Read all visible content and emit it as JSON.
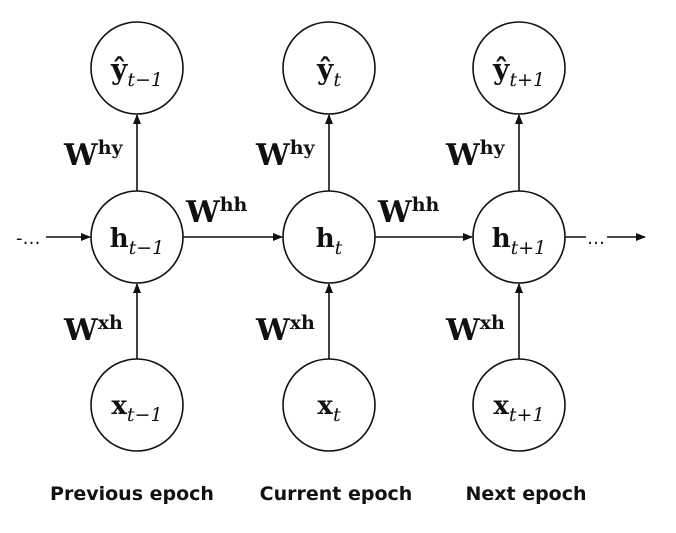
{
  "columns": [
    {
      "output": {
        "base": "ŷ",
        "sub": "t−1"
      },
      "hidden": {
        "base": "h",
        "sub": "t−1"
      },
      "input": {
        "base": "x",
        "sub": "t−1"
      },
      "w_hy": {
        "base": "W",
        "sup": "hy"
      },
      "w_xh": {
        "base": "W",
        "sup": "xh"
      },
      "epoch": "Previous epoch"
    },
    {
      "output": {
        "base": "ŷ",
        "sub": "t"
      },
      "hidden": {
        "base": "h",
        "sub": "t"
      },
      "input": {
        "base": "x",
        "sub": "t"
      },
      "w_hy": {
        "base": "W",
        "sup": "hy"
      },
      "w_xh": {
        "base": "W",
        "sup": "xh"
      },
      "epoch": "Current epoch"
    },
    {
      "output": {
        "base": "ŷ",
        "sub": "t+1"
      },
      "hidden": {
        "base": "h",
        "sub": "t+1"
      },
      "input": {
        "base": "x",
        "sub": "t+1"
      },
      "w_hy": {
        "base": "W",
        "sup": "hy"
      },
      "w_xh": {
        "base": "W",
        "sup": "xh"
      },
      "epoch": "Next epoch"
    }
  ],
  "recurrent_weights": [
    {
      "base": "W",
      "sup": "hh"
    },
    {
      "base": "W",
      "sup": "hh"
    }
  ],
  "ellipsis_left": "-…",
  "ellipsis_right": "…"
}
